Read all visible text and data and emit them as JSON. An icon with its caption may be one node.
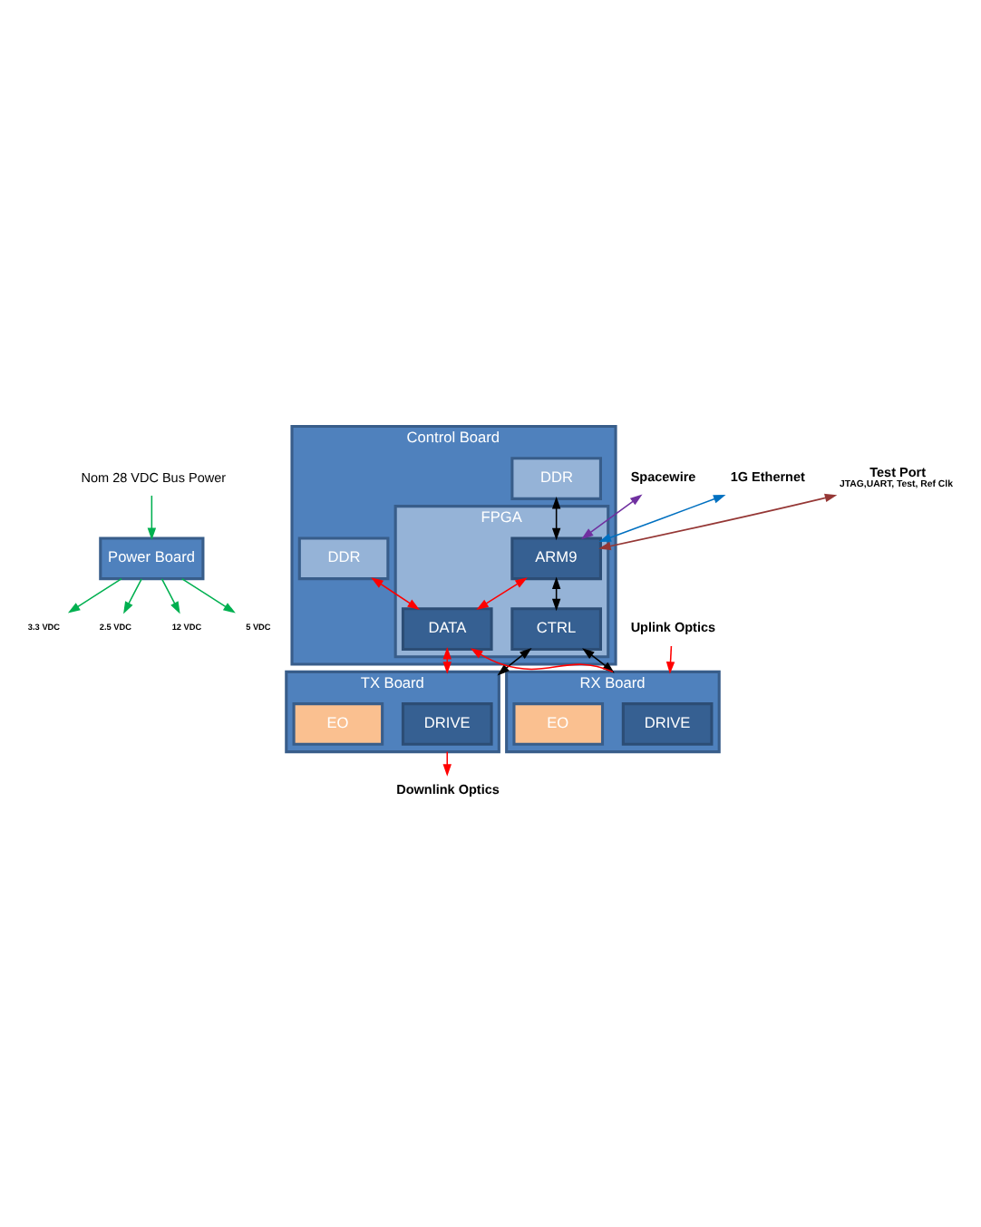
{
  "diagram": {
    "nodes": [
      {
        "text": [
          "Power Board"
        ]
      },
      {
        "text": [
          "Control Board"
        ]
      },
      {
        "text": [
          "DDR"
        ],
        "in": 1
      },
      {
        "text": [
          "DDR"
        ],
        "in": 1
      },
      {
        "text": [
          "FPGA"
        ],
        "in": 1
      },
      {
        "text": [
          "ARM9"
        ],
        "in": 4
      },
      {
        "text": [
          "DATA"
        ],
        "in": 4
      },
      {
        "text": [
          "CTRL"
        ],
        "in": 4
      },
      {
        "text": [
          "TX Board"
        ]
      },
      {
        "text": [
          "DRIVE"
        ],
        "in": 8
      },
      {
        "text": [
          "EO"
        ],
        "in": 8
      },
      {
        "text": [
          "RX Board"
        ]
      },
      {
        "text": [
          "DRIVE"
        ],
        "in": 11
      },
      {
        "text": [
          "EO"
        ],
        "in": 11
      },
      {
        "text": [
          "Nom 28 VDC Bus Power"
        ]
      },
      {
        "text": [
          "12 VDC"
        ]
      },
      {
        "text": [
          "5 VDC"
        ]
      },
      {
        "text": [
          "3.3 VDC"
        ]
      },
      {
        "text": [
          "2.5 VDC"
        ]
      },
      {
        "text": [
          "Test Port",
          "JTAG,UART, Test, Ref Clk"
        ]
      },
      {
        "text": [
          "Spacewire"
        ]
      },
      {
        "text": [
          "1G Ethernet"
        ]
      },
      {
        "text": [
          "Downlink Optics"
        ]
      },
      {
        "text": [
          "Uplink Optics"
        ]
      }
    ],
    "edges": [
      {
        "from": 14,
        "to": 0,
        "arrow": "to",
        "color": "#00b050"
      },
      {
        "from": 0,
        "to": 15,
        "arrow": "to",
        "color": "#00b050"
      },
      {
        "from": 0,
        "to": 16,
        "arrow": "to",
        "color": "#00b050"
      },
      {
        "from": 0,
        "to": 17,
        "arrow": "to",
        "color": "#00b050"
      },
      {
        "from": 0,
        "to": 18,
        "arrow": "to",
        "color": "#00b050"
      },
      {
        "from": 2,
        "to": 5,
        "arrow": "both",
        "color": "#000000"
      },
      {
        "from": 3,
        "to": 6,
        "arrow": "both",
        "color": "#ff0000"
      },
      {
        "from": 19,
        "to": 5,
        "arrow": "both",
        "color": "#953735"
      },
      {
        "from": 20,
        "to": 5,
        "arrow": "both",
        "color": "#7030a0"
      },
      {
        "from": 21,
        "to": 5,
        "arrow": "both",
        "color": "#0070c0"
      },
      {
        "from": 5,
        "to": 6,
        "arrow": "both",
        "color": "#ff0000"
      },
      {
        "from": 5,
        "to": 7,
        "arrow": "both",
        "color": "#000000"
      },
      {
        "from": 7,
        "to": 8,
        "arrow": "both",
        "color": "#000000"
      },
      {
        "from": 7,
        "to": 11,
        "arrow": "both",
        "color": "#000000"
      },
      {
        "from": 6,
        "to": 8,
        "arrow": "both",
        "color": "#ff0000"
      },
      {
        "from": 11,
        "to": 6,
        "arrow": "to",
        "color": "#ff0000"
      },
      {
        "from": 8,
        "to": 22,
        "arrow": "to",
        "color": "#ff0000"
      },
      {
        "from": 23,
        "to": 11,
        "arrow": "to",
        "color": "#ff0000"
      }
    ]
  }
}
